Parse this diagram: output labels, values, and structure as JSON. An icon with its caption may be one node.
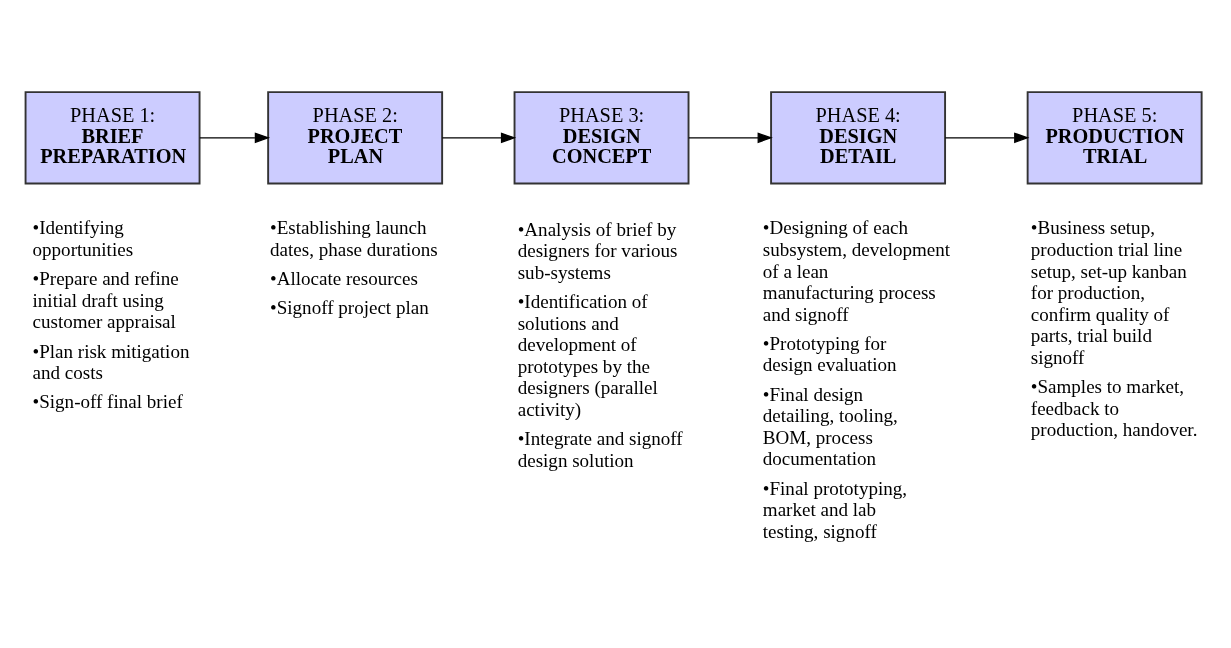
{
  "diagram": {
    "nodes": [
      {
        "text": [
          "PHASE 1:",
          "BRIEF PREPARATION"
        ],
        "beside": [
          "•Identifying opportunities",
          "•Prepare and refine initial draft using customer appraisal",
          "•Plan risk mitigation and costs",
          "•Sign-off final brief"
        ]
      },
      {
        "text": [
          "PHASE 2:",
          "PROJECT PLAN"
        ],
        "beside": [
          "•Establishing launch dates, phase durations",
          "•Allocate resources",
          "•Signoff project plan"
        ]
      },
      {
        "text": [
          "PHASE 3:",
          "DESIGN CONCEPT"
        ],
        "beside": [
          "•Analysis of brief by designers for various sub-systems",
          "•Identification of solutions and development of prototypes by the designers (parallel activity)",
          "•Integrate and signoff design solution"
        ]
      },
      {
        "text": [
          "PHASE 4:",
          "DESIGN DETAIL"
        ],
        "beside": [
          "•Designing of each subsystem, development of a lean manufacturing process and signoff",
          "•Prototyping for design evaluation",
          "•Final design detailing, tooling, BOM, process documentation",
          "•Final prototyping, market and lab testing, signoff"
        ]
      },
      {
        "text": [
          "PHASE 5:",
          "PRODUCTION TRIAL"
        ],
        "beside": [
          "•Business setup, production trial line setup, set-up kanban for production, confirm quality of parts, trial build signoff",
          "•Samples to market, feedback to production, handover."
        ]
      }
    ],
    "edges": [
      {
        "from": 0,
        "to": 1,
        "arrow": "to"
      },
      {
        "from": 1,
        "to": 2,
        "arrow": "to"
      },
      {
        "from": 2,
        "to": 3,
        "arrow": "to"
      },
      {
        "from": 3,
        "to": 4,
        "arrow": "to"
      }
    ]
  }
}
